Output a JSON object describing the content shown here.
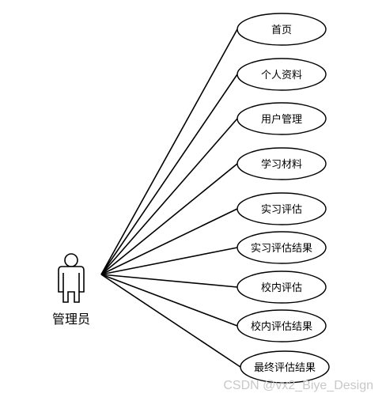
{
  "actor": {
    "label": "管理员"
  },
  "use_cases": [
    {
      "label": "首页"
    },
    {
      "label": "个人资料"
    },
    {
      "label": "用户管理"
    },
    {
      "label": "学习材料"
    },
    {
      "label": "实习评估"
    },
    {
      "label": "实习评估结果"
    },
    {
      "label": "校内评估"
    },
    {
      "label": "校内评估结果"
    },
    {
      "label": "最终评估结果"
    }
  ],
  "watermark": "CSDN @vx2_Biye_Design"
}
